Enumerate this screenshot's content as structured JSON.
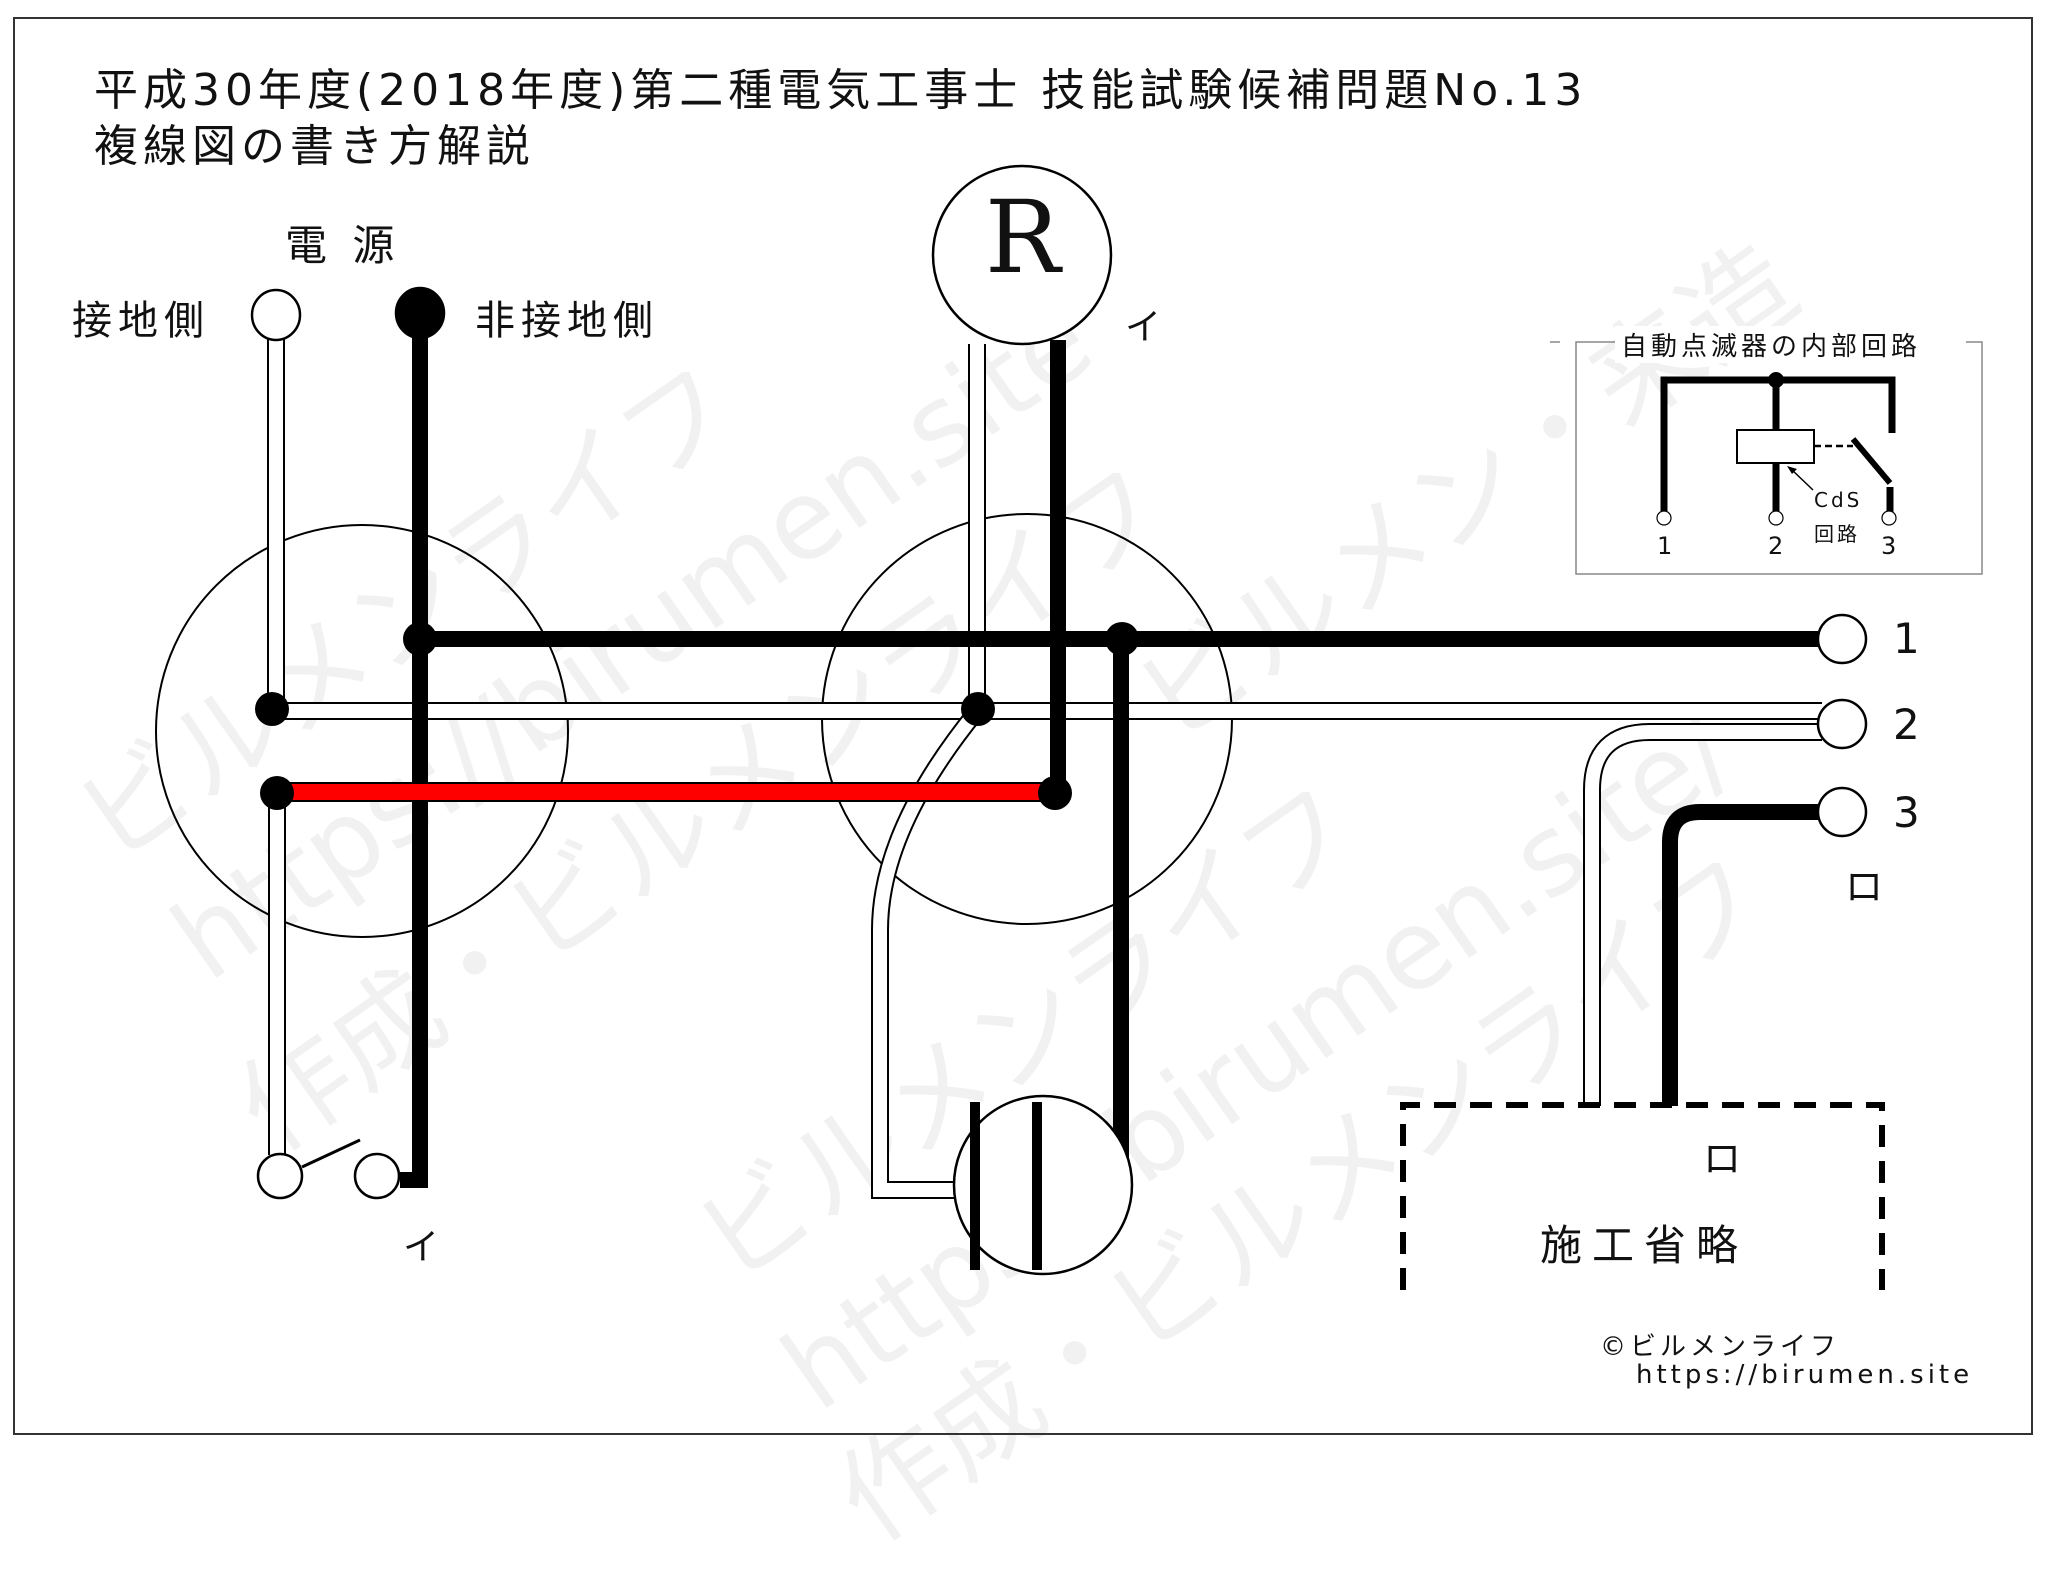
{
  "title": {
    "line1": "平成30年度(2018年度)第二種電気工事士 技能試験候補問題No.13",
    "line2": "複線図の書き方解説"
  },
  "power_source": {
    "label": "電 源",
    "grounded_label": "接地側",
    "ungrounded_label": "非接地側"
  },
  "lamp": {
    "symbol": "R",
    "label": "イ"
  },
  "switch": {
    "label": "イ"
  },
  "terminals": {
    "items": [
      "1",
      "2",
      "3"
    ],
    "group_label": "ロ"
  },
  "omitted_box": {
    "label": "ロ",
    "text": "施工省略"
  },
  "inset": {
    "title": "自動点滅器の内部回路",
    "cds_label_line1": "CdS",
    "cds_label_line2": "回路",
    "terminals": [
      "1",
      "2",
      "3"
    ]
  },
  "credit": {
    "line1": "©ビルメンライフ",
    "line2": "https://birumen.site"
  },
  "watermarks": [
    "ビルメンライフ",
    "https://birumen.site",
    "作成・ビルメンライフ",
    "ビルメンライフ",
    "https://birumen.site/",
    "ビルメン・来造",
    "作成・ビルメンライフ"
  ],
  "colors": {
    "wire_black": "#000000",
    "wire_red": "#ff0000",
    "wire_white": "#ffffff",
    "line": "#000000",
    "watermark": "#f0f0f0"
  }
}
